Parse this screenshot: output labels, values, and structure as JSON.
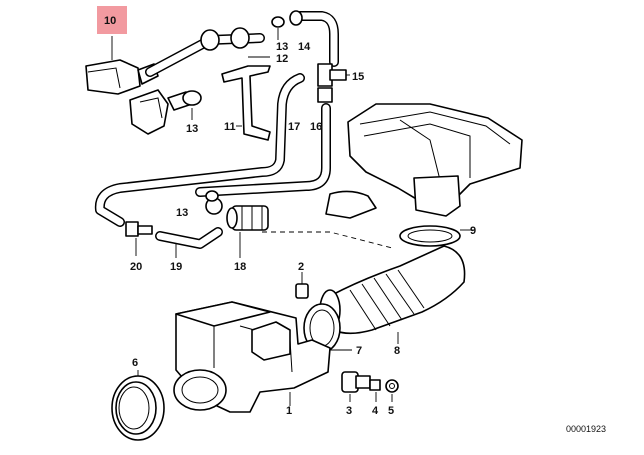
{
  "diagram": {
    "part_labels": {
      "p1": "1",
      "p2": "2",
      "p3": "3",
      "p4": "4",
      "p5": "5",
      "p6": "6",
      "p7": "7",
      "p8": "8",
      "p9": "9",
      "p10": "10",
      "p11": "11",
      "p12": "12",
      "p13a": "13",
      "p13b": "13",
      "p13c": "13",
      "p14": "14",
      "p15": "15",
      "p16": "16",
      "p17": "17",
      "p18": "18",
      "p19": "19",
      "p20": "20"
    },
    "highlight_color": "#f29aa0",
    "reference_number": "00001923"
  }
}
